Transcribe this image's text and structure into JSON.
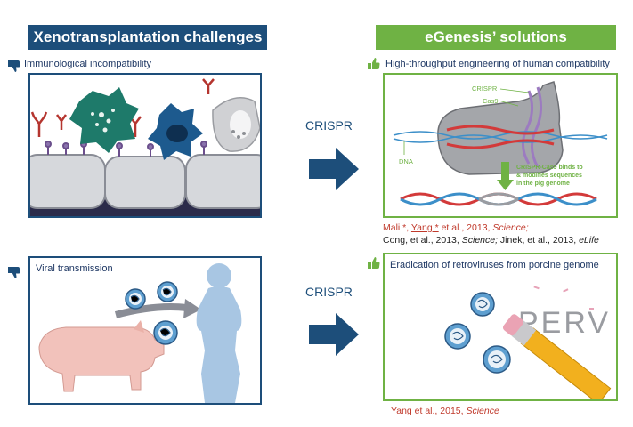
{
  "left": {
    "header": "Xenotransplantation challenges",
    "header_color": "#1d4e7a",
    "top_caption": "Immunological incompatibility",
    "bottom_caption": "Viral transmission"
  },
  "right": {
    "header": "eGenesis’ solutions",
    "header_color": "#6fb244",
    "top_caption": "High-throughput engineering of human compatibility",
    "bottom_caption": "Eradication of retroviruses from porcine genome",
    "diagram_labels": {
      "crispr": "CRISPR",
      "cas9": "Cas9",
      "dna": "DNA",
      "binds_line1": "CRISPR-Cas9 binds to",
      "binds_line2": "& modifies sequences",
      "binds_line3": "in the pig genome",
      "perv": "PERV"
    }
  },
  "middle": {
    "arrow_label_top": "CRISPR",
    "arrow_label_bottom": "CRISPR"
  },
  "references": {
    "ref1_mali": "Mali *",
    "ref1_sep": ", ",
    "ref1_yang": "Yang *",
    "ref1_rest": " et al., 2013, ",
    "ref1_journal": "Science;",
    "ref2_a": "Cong, et al., 2013, ",
    "ref2_a_journal": "Science;",
    "ref2_b": " Jinek, et al., 2013, ",
    "ref2_b_journal": "eLife",
    "ref3_yang": "Yang",
    "ref3_rest": " et al., 2015, ",
    "ref3_journal": "Science"
  },
  "icons": {
    "thumbs_down": "thumbs-down-icon",
    "thumbs_up": "thumbs-up-icon",
    "arrow": "right-arrow-icon"
  }
}
